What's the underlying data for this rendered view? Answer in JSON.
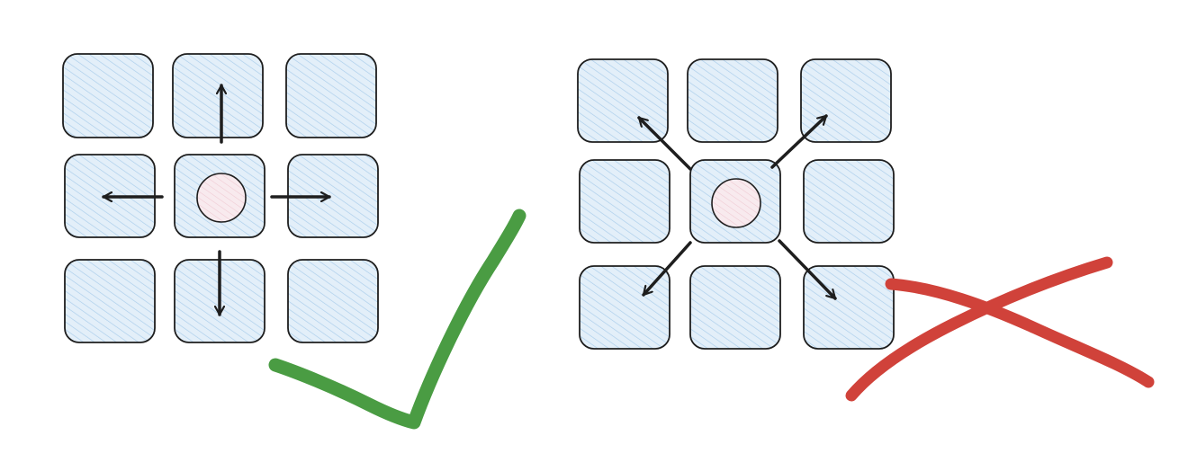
{
  "diagram": {
    "left_grid": {
      "label": "",
      "movement": "orthogonal",
      "arrows": [
        "up",
        "down",
        "left",
        "right"
      ],
      "verdict": "correct",
      "mark": "check-icon"
    },
    "right_grid": {
      "label": "",
      "movement": "diagonal",
      "arrows": [
        "up-left",
        "up-right",
        "down-left",
        "down-right"
      ],
      "verdict": "incorrect",
      "mark": "cross-icon"
    }
  },
  "colors": {
    "tile_fill": "#dbeaf7",
    "tile_hatch": "#a9cdeb",
    "tile_stroke": "#1e1e1e",
    "center_circle_fill": "#f6e6ea",
    "arrow": "#1e1e1e",
    "check": "#4a9c43",
    "cross": "#d0423a"
  }
}
